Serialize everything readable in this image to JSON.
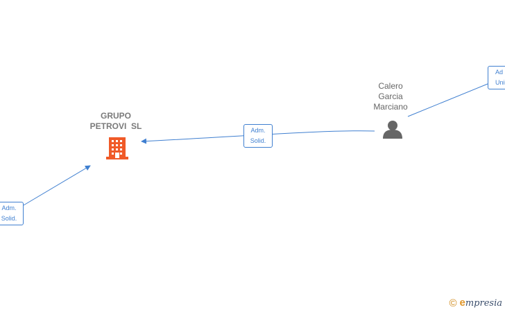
{
  "nodes": {
    "company": {
      "name_line1": "GRUPO",
      "name_line2": "PETROVI  SL",
      "icon": "building-icon",
      "color": "#f05a28"
    },
    "person": {
      "name_line1": "Calero",
      "name_line2": "Garcia",
      "name_line3": "Marciano",
      "icon": "person-icon",
      "color": "#666666"
    }
  },
  "edges": {
    "person_to_company": {
      "line1": "Adm.",
      "line2": "Solid."
    },
    "left_to_company": {
      "line1": "Adm.",
      "line2": "Solid."
    },
    "right_to_person": {
      "line1": "Ad",
      "line2": "Unic"
    }
  },
  "colors": {
    "edge": "#3f7fd0"
  },
  "watermark": {
    "copyright_symbol": "©",
    "brand_initial": "e",
    "brand_rest": "mpresia"
  }
}
